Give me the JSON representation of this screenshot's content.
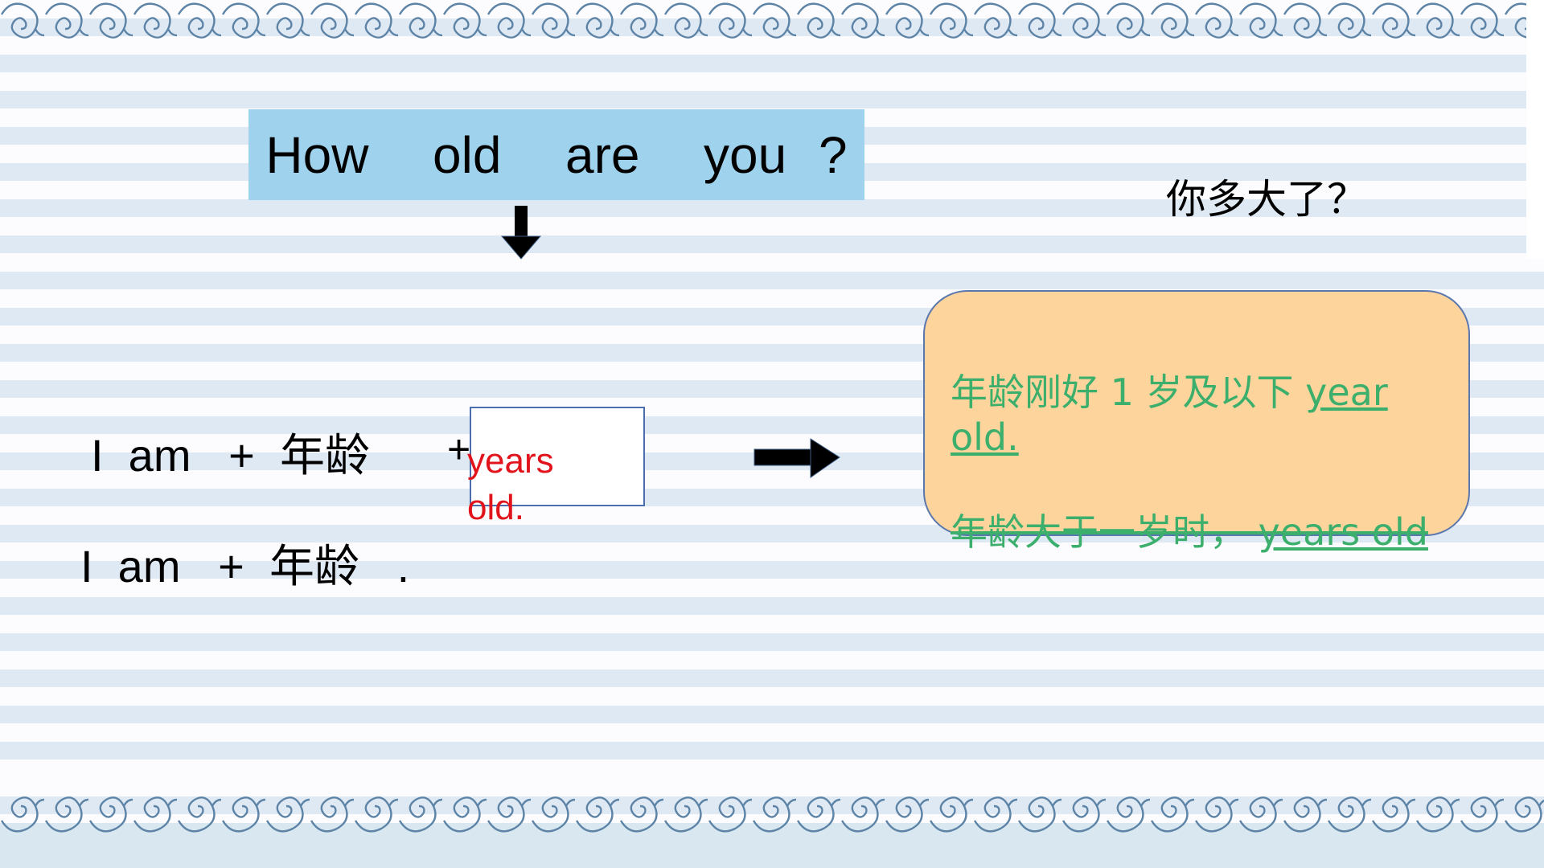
{
  "slide": {
    "title": "How  old  are  you ?",
    "translation": "你多大了？",
    "formula_1": "I  am   +  年龄",
    "formula_plus": "+",
    "answer": "years old.",
    "formula_2": "I  am   +  年龄   .",
    "note": {
      "line1_prefix": "年龄刚好 1 岁及以下 ",
      "line1_link": "year old.",
      "line2_prefix": "年龄大于一岁时， ",
      "line2_link": "years old"
    }
  },
  "colors": {
    "title_bg": "#9fd2ec",
    "note_bg": "#fdd59c",
    "note_text": "#3caf6d",
    "answer_text": "#e1141c",
    "stripe_light": "#fcfbfd",
    "stripe_blue": "#dfe9f4"
  },
  "icons": {
    "down_arrow": "arrow-down-icon",
    "right_arrow": "arrow-right-icon",
    "border_ornament": "swirl-icon"
  }
}
